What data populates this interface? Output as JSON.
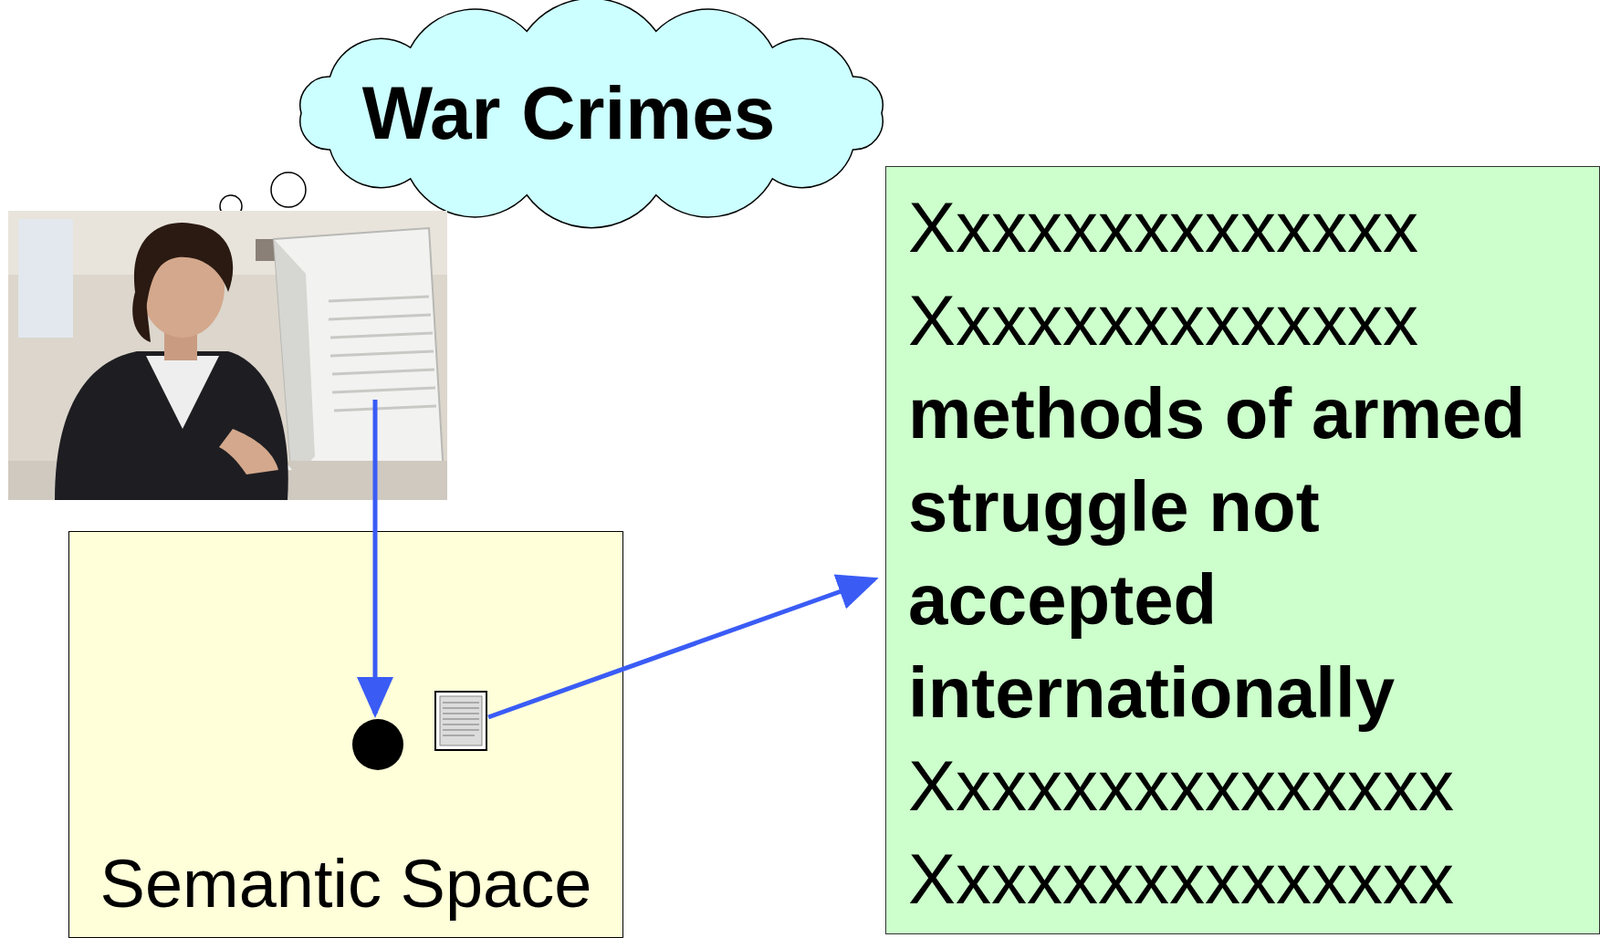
{
  "diagram": {
    "nodes": [
      {
        "text": [
          "War Crimes"
        ]
      },
      {
        "text": [
          "Semantic Space"
        ]
      },
      {
        "text": [
          "Xxxxxxxxxxxxxx",
          "Xxxxxxxxxxxxxx",
          "methods of armed struggle not accepted internationally",
          "Xxxxxxxxxxxxxxx",
          "Xxxxxxxxxxxxxxx"
        ]
      }
    ]
  }
}
